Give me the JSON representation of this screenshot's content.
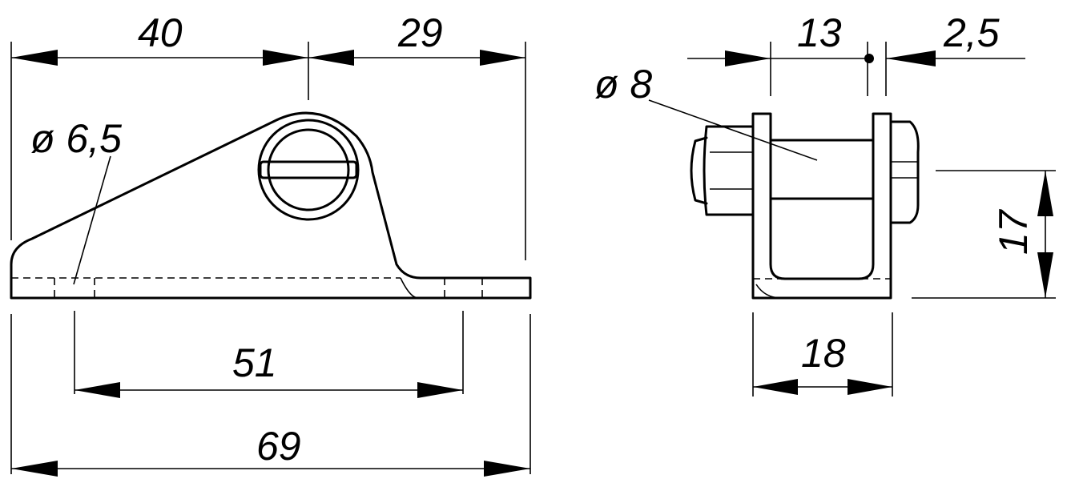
{
  "dimensions": {
    "side_total_length": "69",
    "side_hole_spacing": "51",
    "side_pivot_offset": "40",
    "side_pivot_to_end": "29",
    "side_hole_diameter": "ø 6,5",
    "end_pin_diameter": "ø 8",
    "end_clearance": "13",
    "end_plate_thickness": "2,5",
    "end_width": "18",
    "end_height": "17"
  },
  "colors": {
    "line": "#000000",
    "background": "#ffffff"
  }
}
